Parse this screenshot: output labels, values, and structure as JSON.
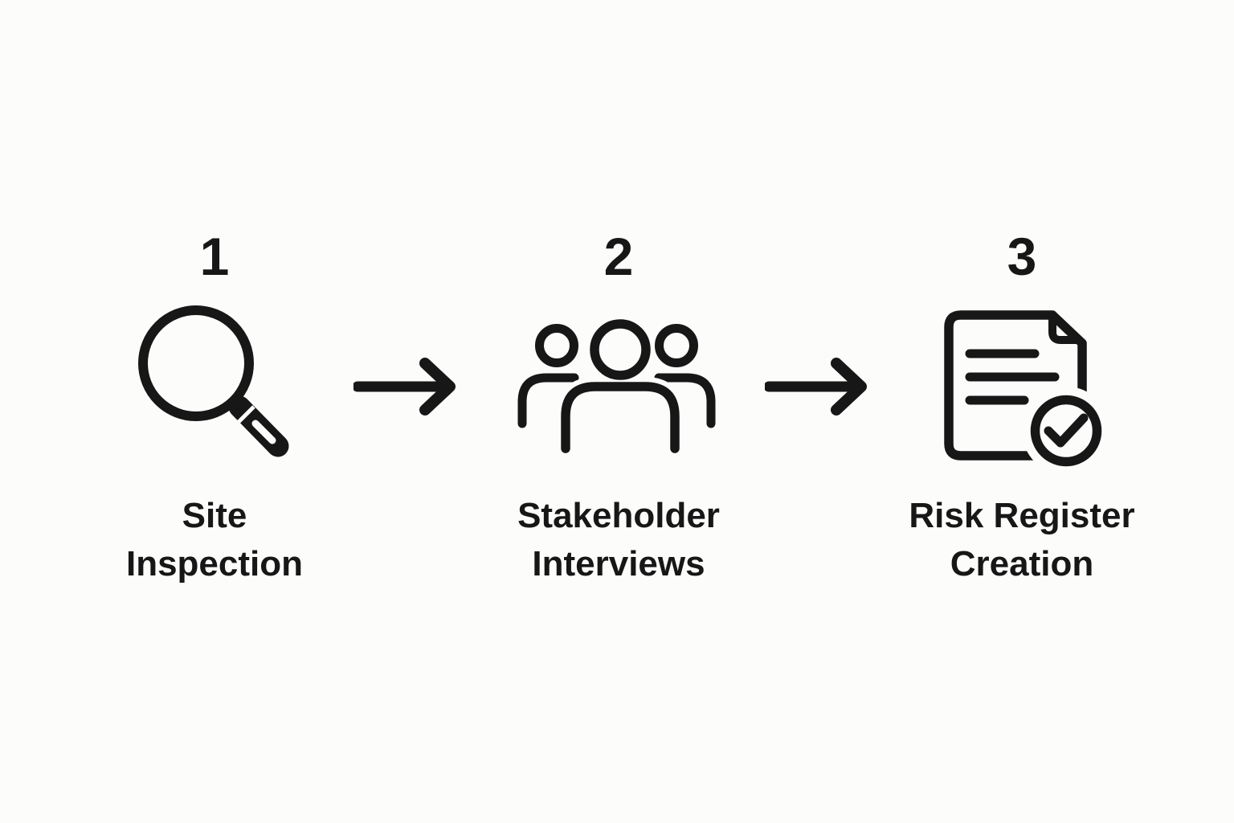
{
  "colors": {
    "background": "#fcfcfa",
    "ink": "#171717"
  },
  "diagram": {
    "type": "process-flow",
    "direction": "left-to-right",
    "steps": [
      {
        "number": "1",
        "icon": "magnifier-icon",
        "lines": [
          "Site",
          "Inspection"
        ],
        "label": "Site Inspection"
      },
      {
        "number": "2",
        "icon": "people-icon",
        "lines": [
          "Stakeholder",
          "Interviews"
        ],
        "label": "Stakeholder Interviews"
      },
      {
        "number": "3",
        "icon": "document-check-icon",
        "lines": [
          "Risk Register",
          "Creation"
        ],
        "label": "Risk Register Creation"
      }
    ],
    "connectors": [
      {
        "icon": "arrow-right-icon",
        "from": "1",
        "to": "2"
      },
      {
        "icon": "arrow-right-icon",
        "from": "2",
        "to": "3"
      }
    ]
  }
}
